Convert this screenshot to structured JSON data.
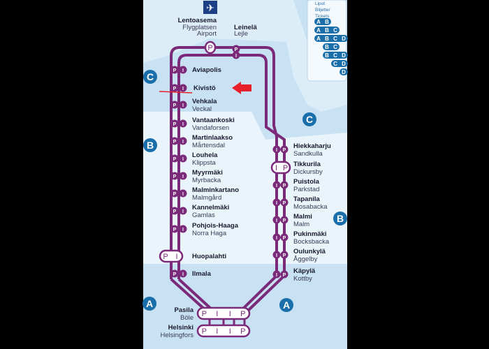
{
  "airport_icon": "airplane-icon",
  "airport_station": {
    "fi": "Lentoasema",
    "sv": "Flygplatsen",
    "en": "Airport"
  },
  "leinela": {
    "fi": "Leinelä",
    "sv": "Lejle"
  },
  "highlight": {
    "name": "Kivistö",
    "arrow_color": "#e8202a"
  },
  "west_stations": [
    {
      "fi": "Aviapolis",
      "sv": ""
    },
    {
      "fi": "Kivistö",
      "sv": ""
    },
    {
      "fi": "Vehkala",
      "sv": "Veckal"
    },
    {
      "fi": "Vantaankoski",
      "sv": "Vandaforsen"
    },
    {
      "fi": "Martinlaakso",
      "sv": "Mårtensdal"
    },
    {
      "fi": "Louhela",
      "sv": "Klippsta"
    },
    {
      "fi": "Myyrmäki",
      "sv": "Myrbacka"
    },
    {
      "fi": "Malminkartano",
      "sv": "Malmgård"
    },
    {
      "fi": "Kannelmäki",
      "sv": "Gamlas"
    },
    {
      "fi": "Pohjois-Haaga",
      "sv": "Norra Haga"
    },
    {
      "fi": "Huopalahti",
      "sv": ""
    },
    {
      "fi": "Ilmala",
      "sv": ""
    }
  ],
  "east_stations": [
    {
      "fi": "Hiekkaharju",
      "sv": "Sandkulla"
    },
    {
      "fi": "Tikkurila",
      "sv": "Dickursby"
    },
    {
      "fi": "Puistola",
      "sv": "Parkstad"
    },
    {
      "fi": "Tapanila",
      "sv": "Mosabacka"
    },
    {
      "fi": "Malmi",
      "sv": "Malm"
    },
    {
      "fi": "Pukinmäki",
      "sv": "Bocksbacka"
    },
    {
      "fi": "Oulunkylä",
      "sv": "Åggelby"
    },
    {
      "fi": "Käpylä",
      "sv": "Kottby"
    }
  ],
  "south_stations": [
    {
      "fi": "Pasila",
      "sv": "Böle"
    },
    {
      "fi": "Helsinki",
      "sv": "Helsingfors"
    }
  ],
  "line_labels": {
    "p": "P",
    "i": "I"
  },
  "zones": [
    "A",
    "B",
    "C"
  ],
  "tickets": {
    "title": [
      "Liput",
      "Biljetter",
      "Tickets"
    ],
    "rows": [
      [
        "A",
        "B"
      ],
      [
        "A",
        "B",
        "C"
      ],
      [
        "A",
        "B",
        "C",
        "D"
      ],
      [
        "B",
        "C"
      ],
      [
        "B",
        "C",
        "D"
      ],
      [
        "C",
        "D"
      ],
      [
        "D"
      ]
    ]
  },
  "colors": {
    "line": "#7b2a7a",
    "zone": "#1a6fab",
    "water": "#c8e2f4",
    "land": "#eaf4fb"
  }
}
